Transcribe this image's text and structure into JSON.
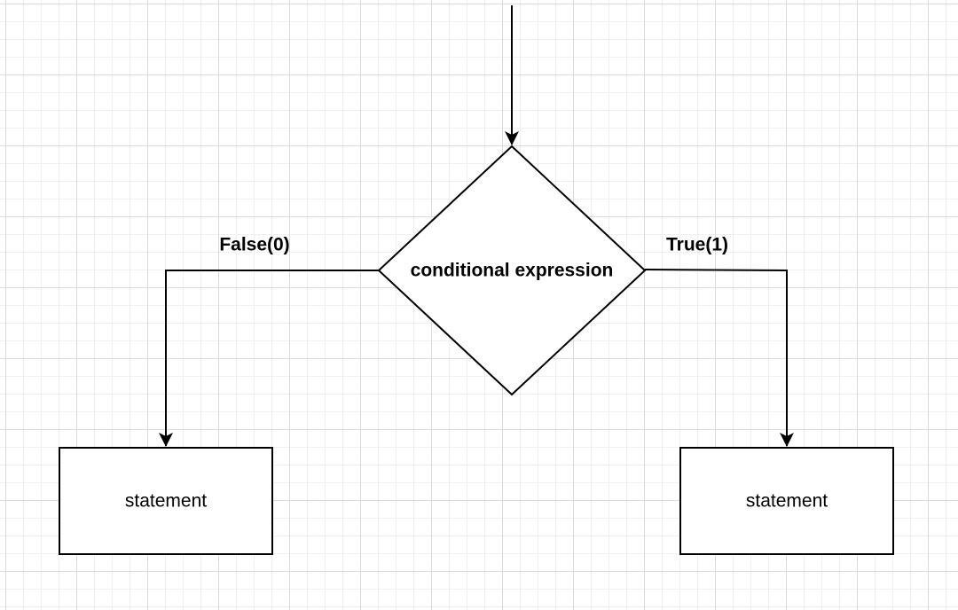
{
  "diagram": {
    "decision": {
      "label": "conditional expression"
    },
    "edges": {
      "false_label": "False(0)",
      "true_label": "True(1)"
    },
    "left_box": {
      "label": "statement"
    },
    "right_box": {
      "label": "statement"
    }
  },
  "colors": {
    "stroke": "#000000",
    "fill": "#ffffff",
    "grid": "#dcdcdc"
  }
}
